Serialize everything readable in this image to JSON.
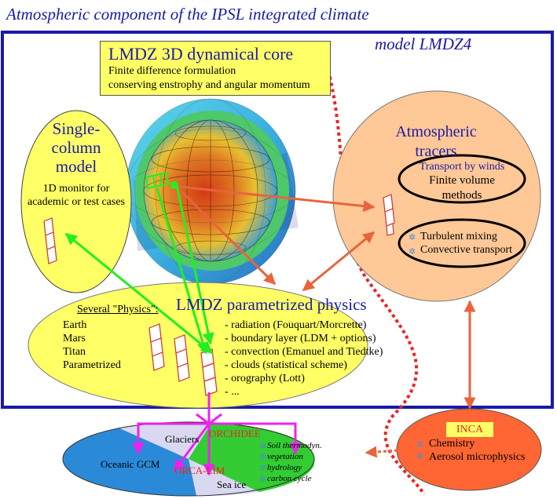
{
  "title": {
    "line1": "Atmospheric component of the IPSL integrated climate",
    "line2": "model LMDZ4"
  },
  "core": {
    "title": "LMDZ 3D dynamical core",
    "line1": "Finite difference formulation",
    "line2": "conserving enstrophy and  angular momentum"
  },
  "single_column": {
    "title_lines": [
      "Single-",
      "column",
      "model"
    ],
    "desc_lines": [
      "1D monitor for",
      "academic or test cases"
    ]
  },
  "tracers": {
    "title_lines": [
      "Atmospheric",
      "tracers"
    ],
    "transport_title": "Transport by winds",
    "transport_lines": [
      "Finite volume",
      "methods"
    ],
    "mixing_items": [
      "Turbulent mixing",
      "Convective transport"
    ]
  },
  "physics": {
    "header": "Several \"Physics\":",
    "title": "LMDZ parametrized physics",
    "planets": [
      "Earth",
      "Mars",
      "Titan",
      "Parametrized"
    ],
    "items": [
      "- radiation (Fouquart/Morcrette)",
      "- boundary layer (LDM + options)",
      "- convection (Emanuel and Tiedtke)",
      "- clouds (statistical scheme)",
      "- orography (Lott)",
      "- ..."
    ]
  },
  "surface": {
    "glaciers": "Glaciers",
    "orchidee": "ORCHIDEE",
    "oceanic": "Oceanic GCM",
    "orca": "ORCA-LIM",
    "seaice": "Sea ice",
    "orchidee_items": [
      "Soil thermodyn.",
      "vegetation",
      "hydrology",
      "carbon cycle"
    ]
  },
  "inca": {
    "title": "INCA",
    "items": [
      "Chemistry",
      "Aerosol microphysics"
    ]
  },
  "colors": {
    "frame": "#1a1aa6",
    "yellow": "#ffff66",
    "tracers_fill": "#ffc896",
    "inca_fill": "#ff6633",
    "green_arrow": "#22ee22",
    "orange_arrow": "#e8643c",
    "magenta_arrow": "#ee22ee",
    "dotted_line": "#ee2222"
  }
}
